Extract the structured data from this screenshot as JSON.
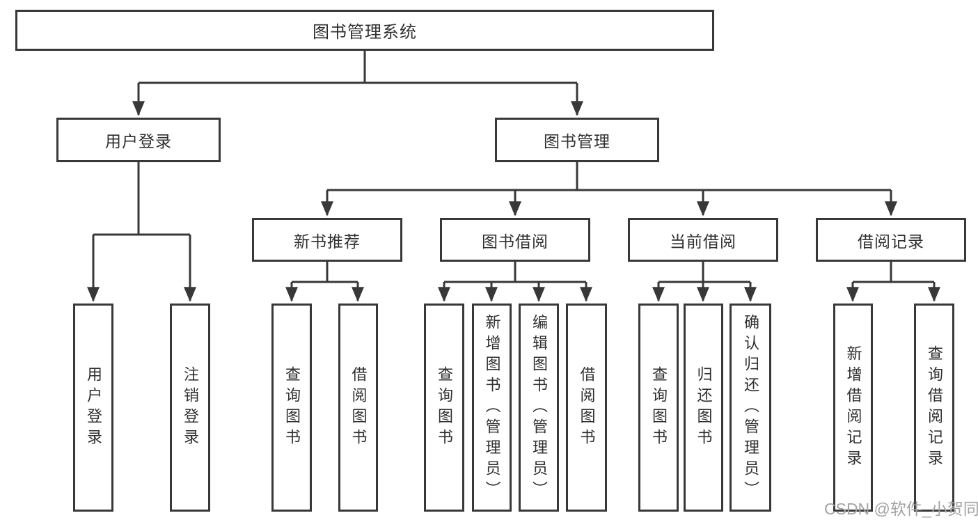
{
  "diagram": {
    "root": "图书管理系统",
    "level2": [
      "用户登录",
      "图书管理"
    ],
    "level3": [
      "新书推荐",
      "图书借阅",
      "当前借阅",
      "借阅记录"
    ],
    "leaves": [
      "用户登录",
      "注销登录",
      "查询图书",
      "借阅图书",
      "查询图书",
      "新增图书（管理员）",
      "编辑图书（管理员）",
      "借阅图书",
      "查询图书",
      "归还图书",
      "确认归还（管理员）",
      "新增借阅记录",
      "查询借阅记录"
    ]
  },
  "watermark": "CSDN @软件_小贺同学",
  "colors": {
    "line": "#383838",
    "text": "#2f2f2f",
    "watermark": "#a3a3a3",
    "background": "#ffffff"
  }
}
